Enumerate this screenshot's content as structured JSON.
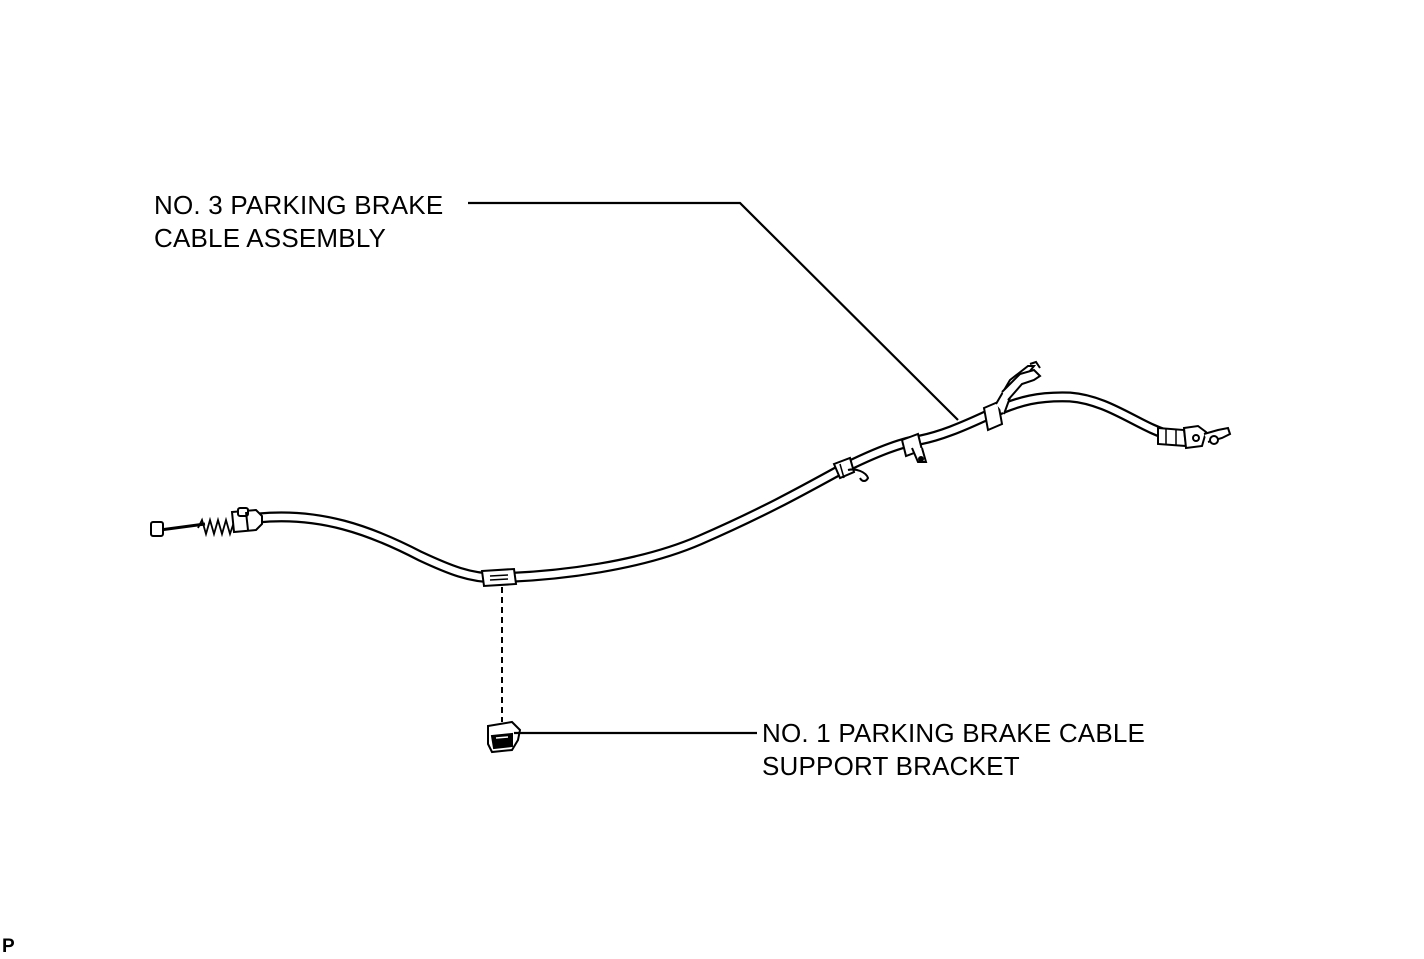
{
  "labels": {
    "cable_assembly": {
      "line1": "NO. 3 PARKING BRAKE",
      "line2": "CABLE ASSEMBLY"
    },
    "support_bracket": {
      "line1": "NO. 1 PARKING BRAKE CABLE",
      "line2": "SUPPORT BRACKET"
    }
  },
  "corner_mark": "P",
  "colors": {
    "ink": "#000000",
    "background": "#ffffff"
  }
}
